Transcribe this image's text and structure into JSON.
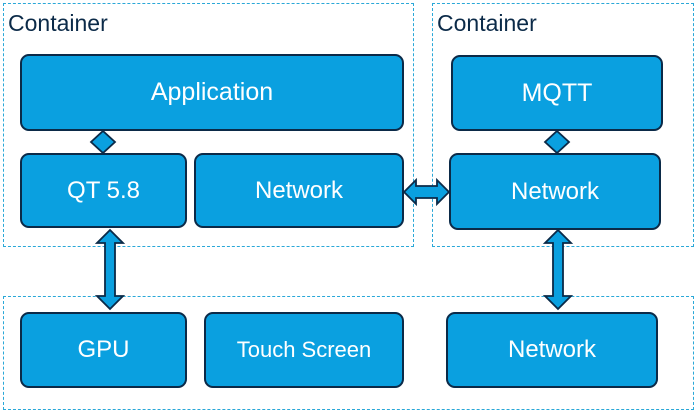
{
  "colors": {
    "box_fill": "#0aa0e0",
    "box_border": "#0b2a48",
    "dashed_border": "#2aa8d8",
    "label_text": "#0b2a48"
  },
  "containers": {
    "left_label": "Container",
    "right_label": "Container"
  },
  "blocks": {
    "application": "Application",
    "qt": "QT 5.8",
    "network_left": "Network",
    "mqtt": "MQTT",
    "network_right": "Network",
    "gpu": "GPU",
    "touch_screen": "Touch Screen",
    "network_bottom": "Network"
  }
}
